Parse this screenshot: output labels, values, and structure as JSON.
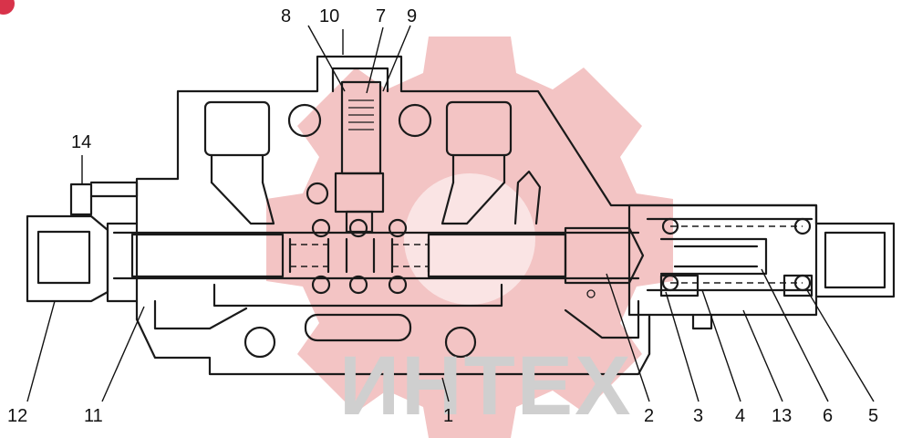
{
  "watermark": {
    "text": "ИНТЕХ",
    "text_color": "#cfcfcf",
    "gear_color": "#f3c4c4"
  },
  "corner_badge": {
    "color": "#d8334a"
  },
  "callouts": {
    "c1": "1",
    "c2": "2",
    "c3": "3",
    "c4": "4",
    "c5": "5",
    "c6": "6",
    "c7": "7",
    "c8": "8",
    "c9": "9",
    "c10": "10",
    "c11": "11",
    "c12": "12",
    "c13": "13",
    "c14": "14"
  }
}
